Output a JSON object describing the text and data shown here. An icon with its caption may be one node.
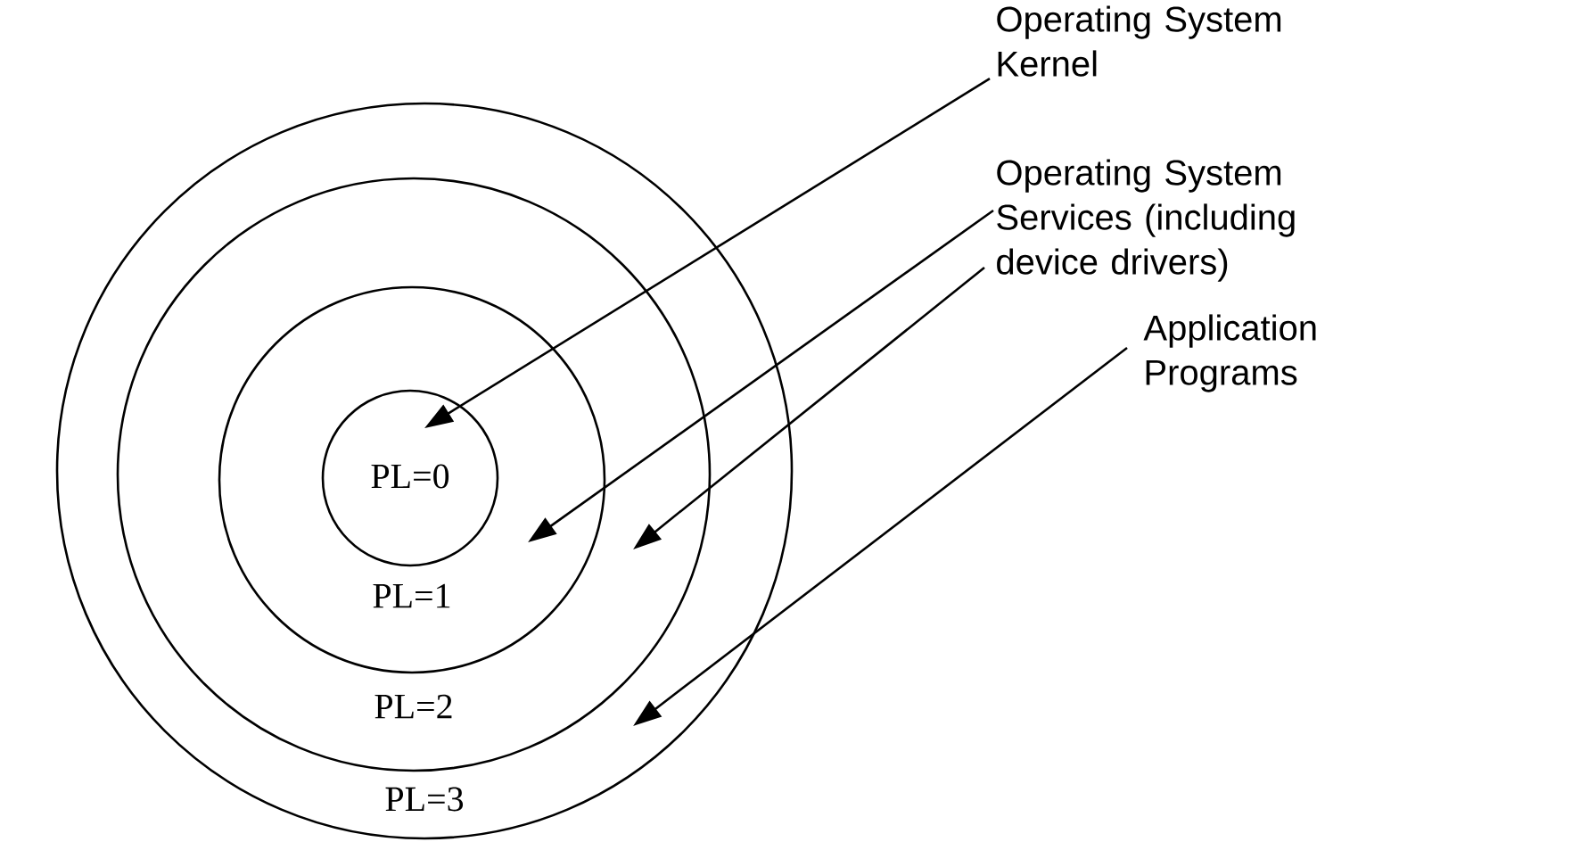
{
  "diagram": {
    "nodes": [
      {
        "text": [
          "PL=3"
        ]
      },
      {
        "text": [
          "PL=2"
        ],
        "in": 0
      },
      {
        "text": [
          "PL=1"
        ],
        "in": 1
      },
      {
        "text": [
          "PL=0"
        ],
        "in": 2
      },
      {
        "text": [
          "Operating System Kernel"
        ]
      },
      {
        "text": [
          "Operating System Services (including device drivers)"
        ]
      },
      {
        "text": [
          "Application Programs"
        ]
      }
    ],
    "edges": [
      {
        "from": 4,
        "to": 3,
        "arrow": "to"
      },
      {
        "from": 5,
        "to": 2,
        "arrow": "to"
      },
      {
        "from": 5,
        "to": 1,
        "arrow": "to"
      },
      {
        "from": 6,
        "to": 0,
        "arrow": "to"
      }
    ]
  }
}
